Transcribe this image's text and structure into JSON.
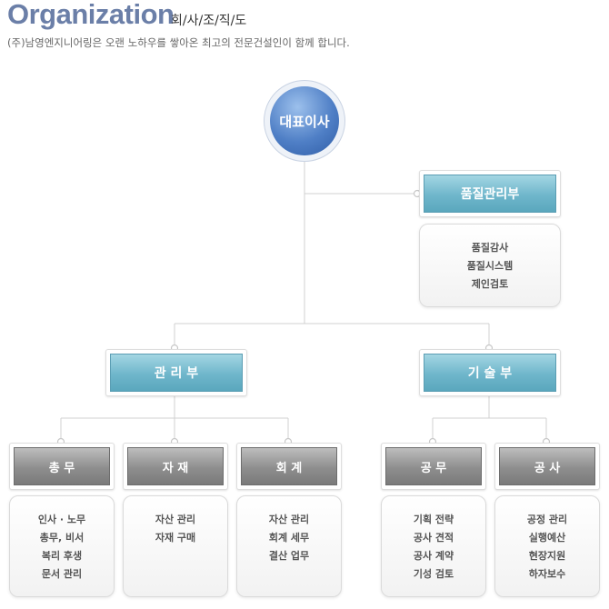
{
  "header": {
    "title": "Organization",
    "subtitle": "회/사/조/직/도",
    "description": "(주)남영엔지니어링은 오랜 노하우를 쌓아온 최고의 전문건설인이 함께 합니다."
  },
  "org": {
    "ceo": "대표이사",
    "quality": {
      "label": "품질관리부",
      "duties": [
        "품질감사",
        "품질시스템",
        "제인검토"
      ]
    },
    "admin": {
      "label": "관 리 부"
    },
    "tech": {
      "label": "기 술 부"
    },
    "general": {
      "label": "총 무",
      "duties": [
        "인사 · 노무",
        "총무, 비서",
        "복리 후생",
        "문서 관리"
      ]
    },
    "material": {
      "label": "자 재",
      "duties": [
        "자산 관리",
        "자재 구매"
      ]
    },
    "accounting": {
      "label": "회 계",
      "duties": [
        "자산 관리",
        "회계 세무",
        "결산 업무"
      ]
    },
    "works": {
      "label": "공 무",
      "duties": [
        "기획 전략",
        "공사 견적",
        "공사 계약",
        "기성 검토"
      ]
    },
    "construction": {
      "label": "공 사",
      "duties": [
        "공정 관리",
        "실행예산",
        "현장지원",
        "하자보수"
      ]
    }
  },
  "colors": {
    "accent_blue": "#6fb6cb",
    "ceo_blue": "#4f7fc6",
    "gray_box": "#8e8e8e",
    "line": "#d0d0d0"
  }
}
